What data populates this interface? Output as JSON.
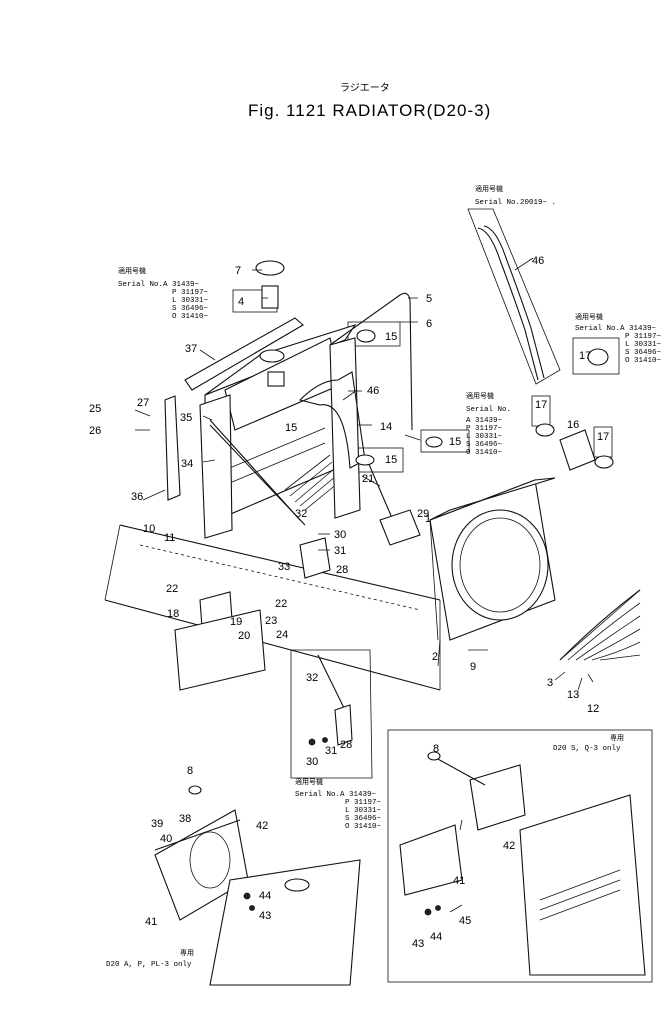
{
  "header": {
    "jp_title": "ラジエータ",
    "fig_title": "Fig. 1121  RADIATOR(D20-3)"
  },
  "serial_blocks": {
    "left": {
      "heading": "適用号機",
      "lines": [
        "Serial No.A 31439~",
        "P 31197~",
        "L 30331~",
        "S 36496~",
        "O 31410~"
      ]
    },
    "top": {
      "heading": "適用号機",
      "lines": [
        "Serial No.20019~ ."
      ]
    },
    "right": {
      "heading": "適用号機",
      "lines": [
        "Serial No.A 31439~",
        "P 31197~",
        "L 30331~",
        "S 36496~",
        "O 31410~"
      ]
    },
    "middle": {
      "heading": "適用号機",
      "lines": [
        "Serial No.",
        "A 31439~",
        "P 31197~",
        "L 30331~",
        "S 36496~",
        "O 31410~"
      ]
    },
    "bottom": {
      "heading": "適用号機",
      "lines": [
        "Serial No.A 31439~",
        "P 31197~",
        "L 30331~",
        "S 36496~",
        "O 31410~"
      ]
    }
  },
  "notes": {
    "right_jp": "専用",
    "right": "D20 S, Q-3 only",
    "left_jp": "専用",
    "left": "D20 A, P, PL-3 only"
  },
  "callouts": {
    "c1": "1",
    "c2": "2",
    "c3": "3",
    "c4": "4",
    "c5": "5",
    "c6": "6",
    "c7": "7",
    "c8a": "8",
    "c8b": "8",
    "c9": "9",
    "c10": "10",
    "c11": "11",
    "c12": "12",
    "c13": "13",
    "c14": "14",
    "c15a": "15",
    "c15b": "15",
    "c15c": "15",
    "c15d": "15",
    "c16": "16",
    "c17a": "17",
    "c17b": "17",
    "c17c": "17",
    "c18": "18",
    "c19": "19",
    "c20": "20",
    "c21": "21",
    "c22a": "22",
    "c22b": "22",
    "c23": "23",
    "c24": "24",
    "c25": "25",
    "c26": "26",
    "c27": "27",
    "c28a": "28",
    "c28b": "28",
    "c29": "29",
    "c30a": "30",
    "c30b": "30",
    "c31a": "31",
    "c31b": "31",
    "c32a": "32",
    "c32b": "32",
    "c33": "33",
    "c34": "34",
    "c35": "35",
    "c36": "36",
    "c37": "37",
    "c38": "38",
    "c39": "39",
    "c40": "40",
    "c41a": "41",
    "c41b": "41",
    "c42a": "42",
    "c42b": "42",
    "c43a": "43",
    "c43b": "43",
    "c44a": "44",
    "c44b": "44",
    "c45": "45",
    "c46a": "46",
    "c46b": "46"
  }
}
